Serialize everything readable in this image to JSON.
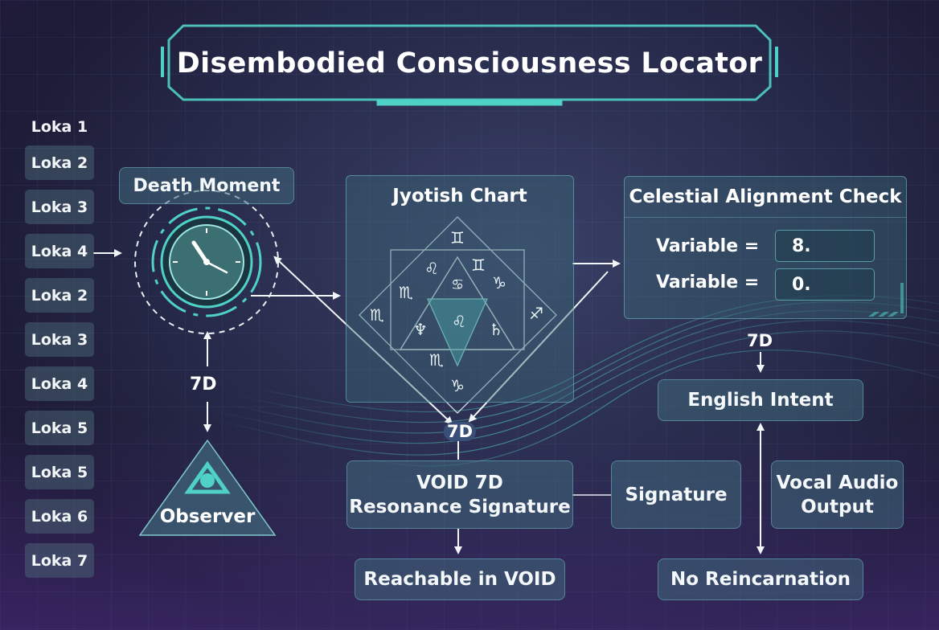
{
  "title": "Disembodied Consciousness Locator",
  "lokas": [
    "Loka 1",
    "Loka 2",
    "Loka 3",
    "Loka 4",
    "Loka 2",
    "Loka 3",
    "Loka 4",
    "Loka 5",
    "Loka 5",
    "Loka 6",
    "Loka 7"
  ],
  "death_moment": {
    "label": "Death Moment"
  },
  "observer": {
    "label": "Observer"
  },
  "edge_labels": {
    "left_7d": "7D",
    "center_7d": "7D",
    "right_7d": "7D"
  },
  "jyotish": {
    "title": "Jyotish Chart",
    "glyphs": {
      "g1": "♊",
      "g2": "♌",
      "g3": "♊",
      "g4": "♏",
      "g5": "♑",
      "g6": "♏",
      "g7": "♋",
      "g8": "♐",
      "g9": "♆",
      "g10": "♌",
      "g11": "♄",
      "g12": "♏",
      "g13": "♑"
    }
  },
  "celestial": {
    "title": "Celestial Alignment Check",
    "rows": [
      {
        "label": "Variable =",
        "value": "8."
      },
      {
        "label": "Variable =",
        "value": "0."
      }
    ]
  },
  "void_box": {
    "line1": "VOID 7D",
    "line2": "Resonance Signature"
  },
  "signature": "Signature",
  "vocal": {
    "line1": "Vocal Audio",
    "line2": "Output"
  },
  "english_intent": "English Intent",
  "reachable": "Reachable in VOID",
  "no_reincarnation": "No Reincarnation",
  "colors": {
    "accent": "#4fd1c5",
    "box_fill": "#40687a",
    "background": "#272a4a"
  }
}
